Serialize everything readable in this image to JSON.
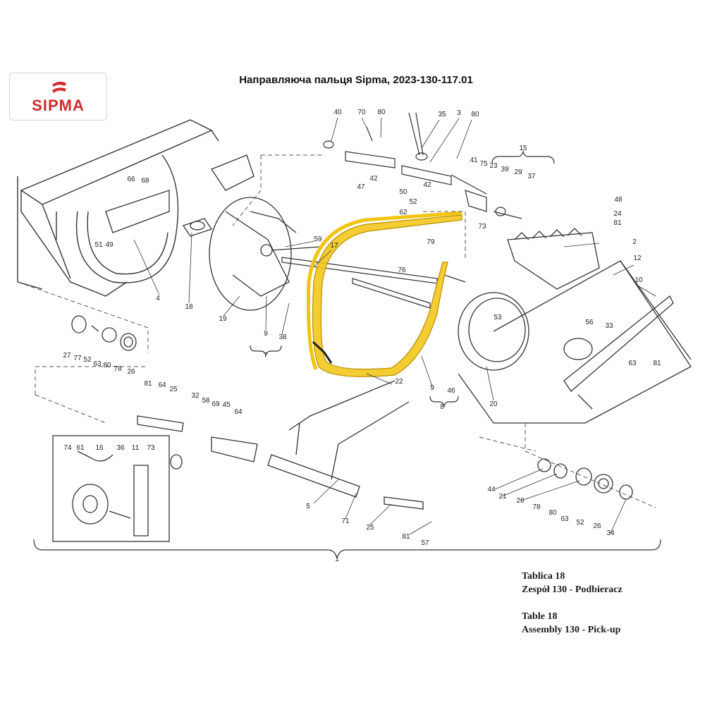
{
  "brand": {
    "name": "SIPMA",
    "color": "#d12a2a"
  },
  "title": "Направляюча пальця Sipma, 2023-130-117.01",
  "highlight_color": "#f2c40f",
  "caption_pl": {
    "line1": "Tablica 18",
    "line2": "Zespół 130 - Podbieracz"
  },
  "caption_en": {
    "line1": "Table 18",
    "line2": "Assembly 130 - Pick-up"
  },
  "labels": [
    "40",
    "70",
    "80",
    "35",
    "3",
    "80",
    "41",
    "75",
    "23",
    "39",
    "29",
    "37",
    "15",
    "42",
    "47",
    "50",
    "52",
    "62",
    "42",
    "73",
    "79",
    "48",
    "24",
    "81",
    "2",
    "12",
    "10",
    "66",
    "68",
    "51",
    "49",
    "4",
    "18",
    "59",
    "17",
    "19",
    "9",
    "38",
    "7",
    "76",
    "53",
    "56",
    "33",
    "63",
    "81",
    "22",
    "9",
    "46",
    "8",
    "20",
    "27",
    "77",
    "52",
    "63",
    "80",
    "78",
    "26",
    "81",
    "64",
    "25",
    "32",
    "58",
    "69",
    "45",
    "64",
    "74",
    "61",
    "16",
    "36",
    "11",
    "73",
    "5",
    "71",
    "25",
    "81",
    "57",
    "44",
    "21",
    "26",
    "78",
    "80",
    "63",
    "52",
    "26",
    "34",
    "1"
  ]
}
